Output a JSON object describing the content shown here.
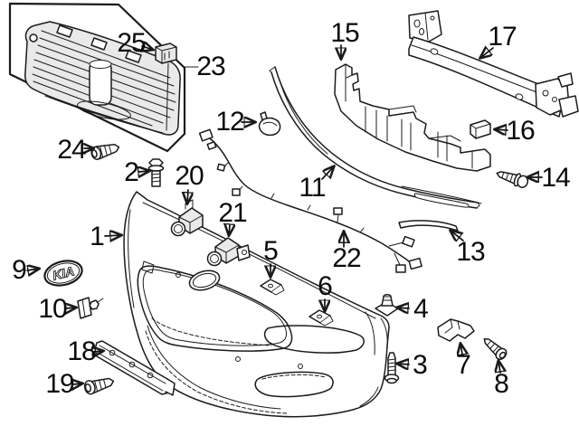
{
  "colors": {
    "line": "#1b1b1b",
    "background": "#ffffff",
    "shade": "#e9e9e9"
  },
  "emblem": {
    "text": "KIA"
  },
  "labels": {
    "1": "1",
    "2": "2",
    "3": "3",
    "4": "4",
    "5": "5",
    "6": "6",
    "7": "7",
    "8": "8",
    "9": "9",
    "10": "10",
    "11": "11",
    "12": "12",
    "13": "13",
    "14": "14",
    "15": "15",
    "16": "16",
    "17": "17",
    "18": "18",
    "19": "19",
    "20": "20",
    "21": "21",
    "22": "22",
    "23": "23",
    "24": "24",
    "25": "25"
  }
}
